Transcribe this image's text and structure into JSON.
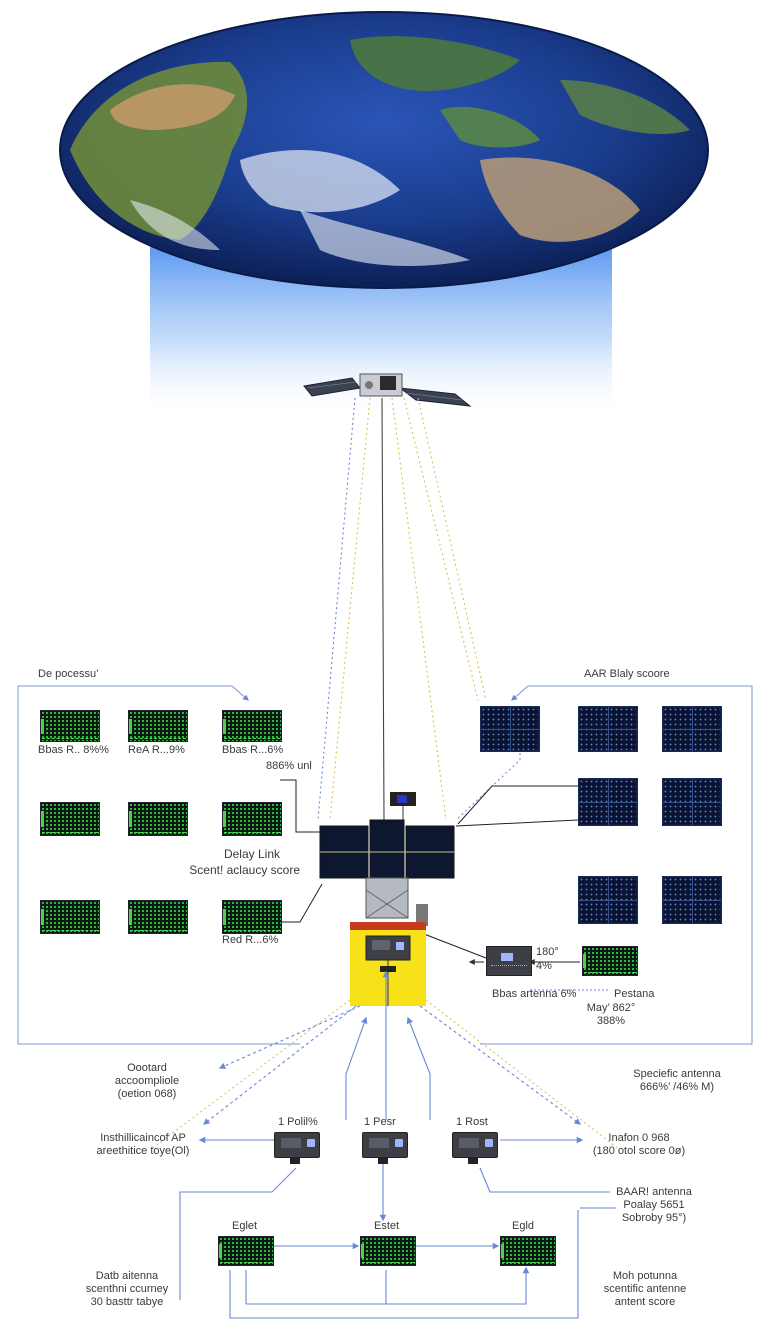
{
  "labels": {
    "top_left_header": "De pocessu’",
    "top_right_header": "AAR Blaly scoore",
    "tl_panel_1": "Bbas R.. 8%%",
    "tl_panel_2": "ReA R...9%",
    "tl_panel_3": "Bbas R...6%",
    "tl_panel_3b": "886% unl",
    "bl_panel": "Red R...6%",
    "delay_link": "Delay Link",
    "scent_score": "Scent! aclaucy score",
    "bus_readout_1": "180°",
    "bus_readout_2": "4%",
    "bbas_antenna": "Bbas artenna 6%",
    "pestana": "Pestana",
    "may_1": "May’ 862°",
    "may_2": "388%",
    "onboard_1": "Oootard",
    "onboard_2": "accoompliole",
    "onboard_3": "(oetion 068)",
    "spec_ant_1": "Speciefic antenna",
    "spec_ant_2": "666%’ /46% M)",
    "inst_1": "Insthillicaincof AP",
    "inst_2": "areethitice toye(Ol)",
    "lnfo_1": "Inafon 0 968",
    "lnfo_2": "(180 otol score 0ø)",
    "sub1": "1 Polil%",
    "sub2": "1 Pesr",
    "sub3": "1 Rost",
    "baar_1": "BAAR! antenna",
    "baar_2": "Poalay 5651",
    "baar_3": "Sobroby 95°)",
    "eglet_1": "Eglet",
    "eglet_2": "Estet",
    "eglet_3": "Egld",
    "dab_1": "Datb aitenna",
    "dab_2": "scenthni ccurney",
    "dab_3": "30 basttr tabye",
    "moh_1": "Moh potunna",
    "moh_2": "scentific antenne",
    "moh_3": "antent score"
  },
  "colors": {
    "ocean": "#1f3f93",
    "beam_blue": "#6a86d6",
    "beam_yellow": "#d8c25a",
    "frame_line": "#7d94d8",
    "bus_yellow": "#f7e21a"
  }
}
